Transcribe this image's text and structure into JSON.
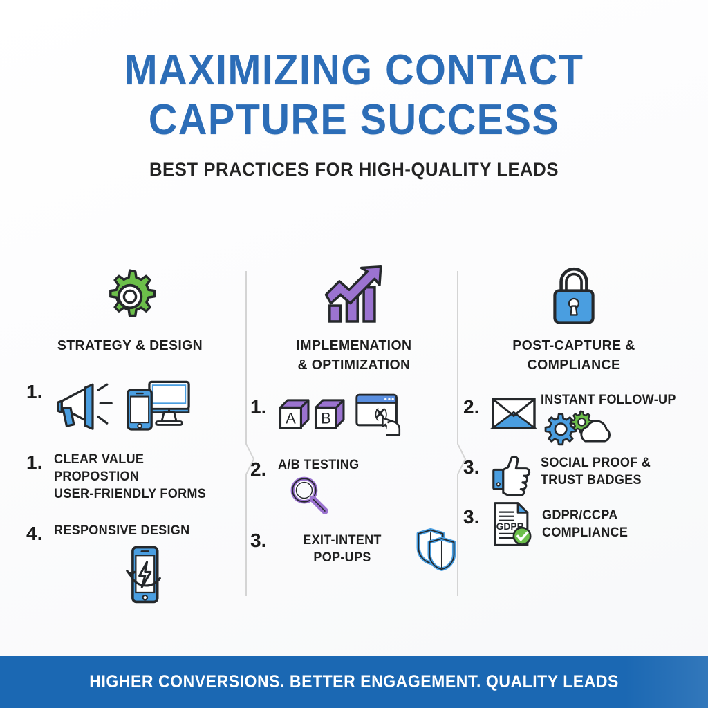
{
  "palette": {
    "title_blue": "#2c6db7",
    "footer_blue": "#1b68b3",
    "icon_blue": "#4a9ee0",
    "icon_green": "#6cbf4a",
    "icon_purple": "#9b73d0",
    "ink": "#1e1e1e",
    "background": "#fdfdfd",
    "divider": "#d4d4d4"
  },
  "header": {
    "title_line_1": "MAXIMIZING CONTACT",
    "title_line_2": "CAPTURE SUCCESS",
    "subtitle": "BEST PRACTICES FOR HIGH-QUALITY LEADS"
  },
  "columns": [
    {
      "id": "strategy-design",
      "heading_line_1": "STRATEGY & DESIGN",
      "heading_line_2": "",
      "header_icon": "green-gear-icon",
      "items": [
        {
          "number": "1.",
          "text_line_1": "",
          "text_line_2": "",
          "icon": "megaphone-and-devices-icon"
        },
        {
          "number": "1.",
          "text_line_1": "CLEAR VALUE PROPOSTION",
          "text_line_2": "USER-FRIENDLY FORMS",
          "icon": ""
        },
        {
          "number": "4.",
          "text_line_1": "RESPONSIVE DESIGN",
          "text_line_2": "",
          "icon": "responsive-phone-icon"
        }
      ]
    },
    {
      "id": "implemenation-optimization",
      "heading_line_1": "IMPLEMENATION",
      "heading_line_2": "& OPTIMIZATION",
      "header_icon": "purple-growth-chart-icon",
      "items": [
        {
          "number": "1.",
          "text_line_1": "",
          "text_line_2": "",
          "icon": "ab-blocks-and-browser-icon"
        },
        {
          "number": "2.",
          "text_line_1": "A/B TESTING",
          "text_line_2": "",
          "icon": "magnifier-icon"
        },
        {
          "number": "3.",
          "text_line_1": "EXIT-INTENT",
          "text_line_2": "POP-UPS",
          "icon": "shields-icon"
        }
      ]
    },
    {
      "id": "post-capture-compliance",
      "heading_line_1": "POST-CAPTURE &",
      "heading_line_2": "COMPLIANCE",
      "header_icon": "blue-padlock-icon",
      "items": [
        {
          "number": "2.",
          "text_line_1": "INSTANT FOLLOW-UP",
          "text_line_2": "",
          "icon": "envelope-gears-cloud-icon"
        },
        {
          "number": "3.",
          "text_line_1": "SOCIAL PROOF &",
          "text_line_2": "TRUST BADGES",
          "icon": "thumbs-up-icon"
        },
        {
          "number": "3.",
          "text_line_1": "GDPR/CCPA",
          "text_line_2": "COMPLIANCE",
          "icon": "gdpr-document-check-icon"
        }
      ]
    }
  ],
  "icon_labels": {
    "ab_block_a": "A",
    "ab_block_b": "B",
    "gdpr_doc": "GDPR"
  },
  "footer": {
    "tagline": "HIGHER CONVERSIONS. BETTER ENGAGEMENT. QUALITY LEADS"
  }
}
